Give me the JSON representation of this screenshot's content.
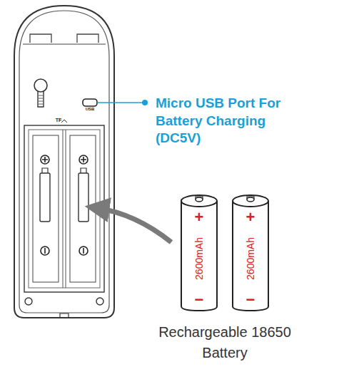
{
  "diagram": {
    "nodes": [
      {
        "text": [
          "+",
          "2600mAh",
          "−"
        ]
      },
      {
        "text": [
          "+",
          "2600mAh",
          "−"
        ]
      }
    ],
    "labels": [
      "Micro USB Port For Battery Charging (DC5V)",
      "USB",
      "TF",
      "Rechargeable 18650 Battery"
    ]
  }
}
